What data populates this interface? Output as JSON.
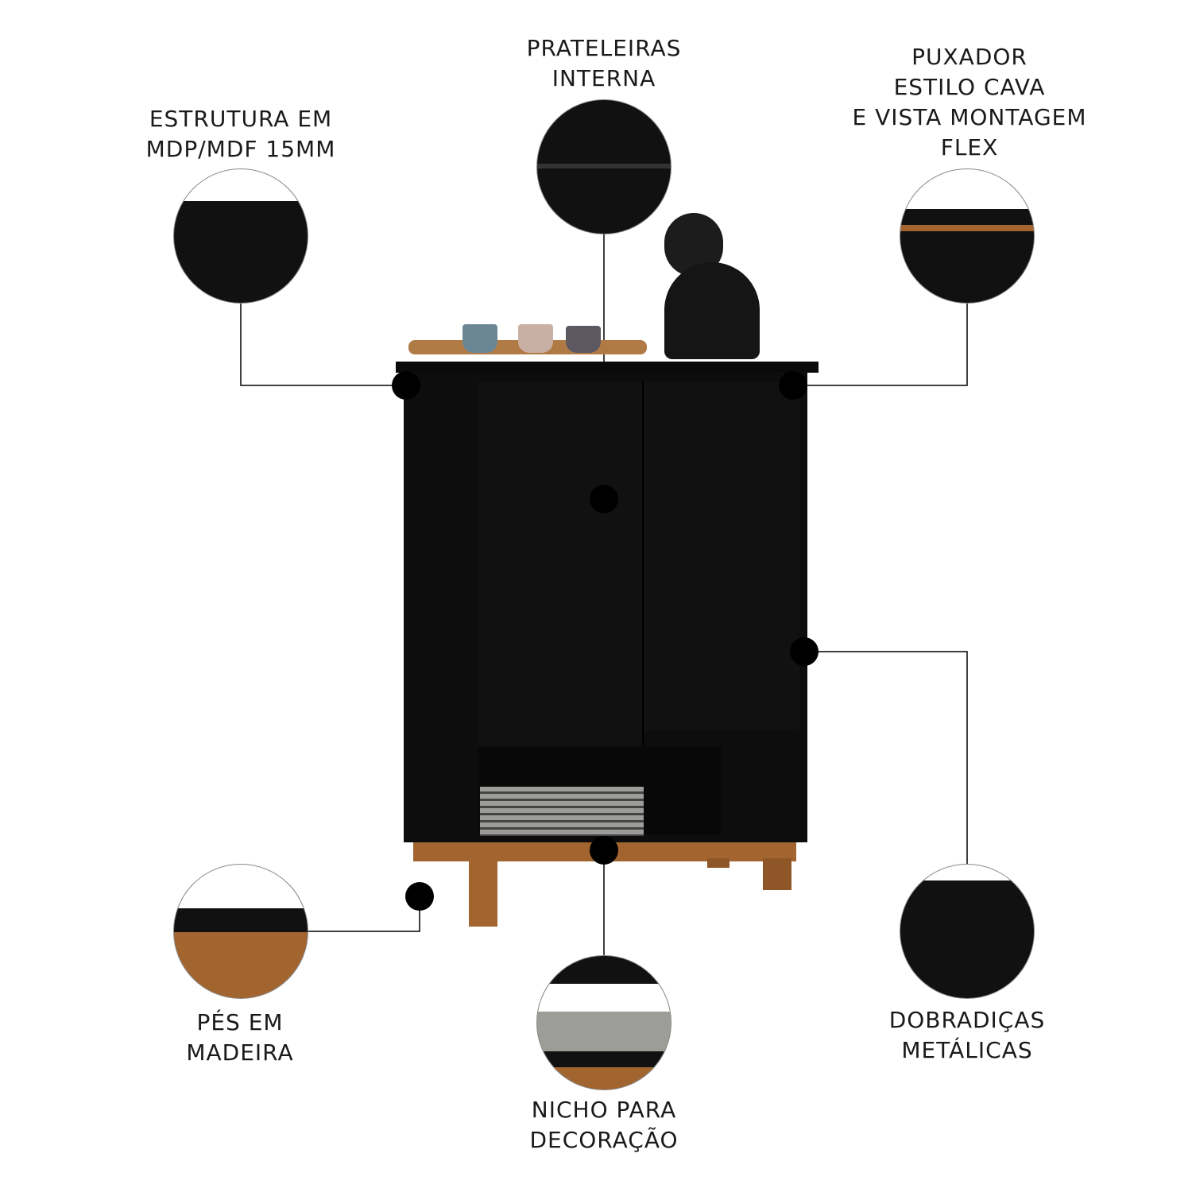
{
  "callouts": {
    "estrutura": [
      "ESTRUTURA EM",
      "MDP/MDF 15MM"
    ],
    "prateleiras": [
      "PRATELEIRAS",
      "INTERNA"
    ],
    "puxador": [
      "PUXADOR",
      "ESTILO CAVA",
      "E VISTA MONTAGEM",
      "FLEX"
    ],
    "pes": [
      "PÉS EM",
      "MADEIRA"
    ],
    "nicho": [
      "NICHO PARA",
      "DECORAÇÃO"
    ],
    "dobradicas": [
      "DOBRADIÇAS",
      "METÁLICAS"
    ]
  },
  "colors": {
    "cabinet": "#0d0d0d",
    "wood": "#a2652f",
    "text": "#1a1a1a"
  }
}
